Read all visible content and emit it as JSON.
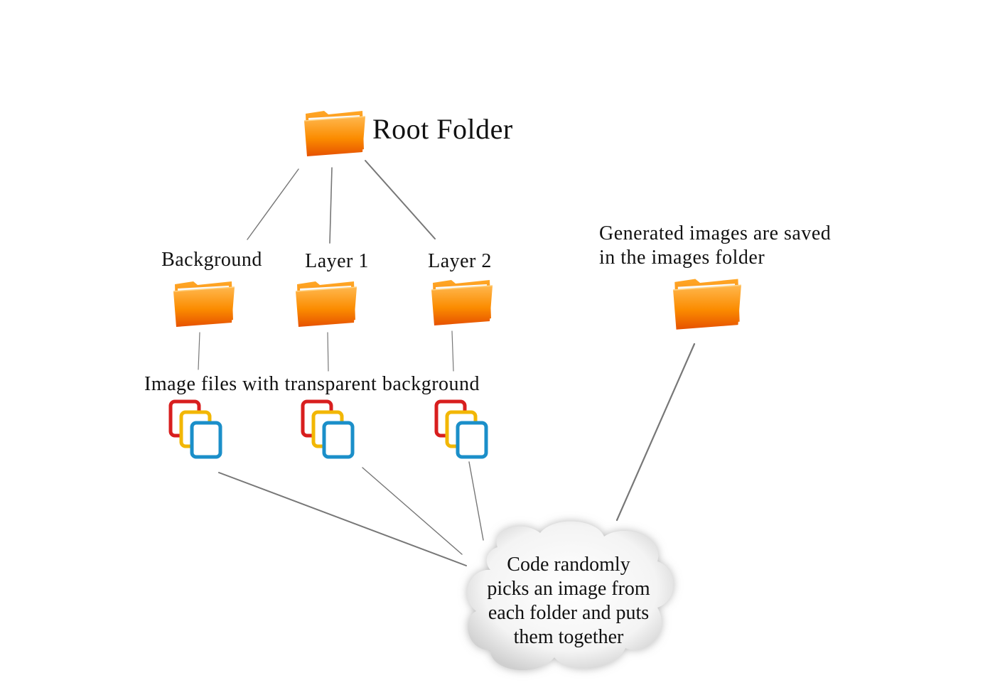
{
  "root": {
    "title": "Root Folder"
  },
  "folders": [
    {
      "label": "Background"
    },
    {
      "label": "Layer 1"
    },
    {
      "label": "Layer 2"
    }
  ],
  "files_caption": "Image files with transparent background",
  "output": {
    "caption_line1": "Generated images are saved",
    "caption_line2": "in the images folder"
  },
  "cloud": {
    "line1": "Code randomly",
    "line2": "picks an image from",
    "line3": "each folder and puts",
    "line4": "them together"
  },
  "colors": {
    "folder_orange": "#f57c00",
    "folder_light": "#ffb74d",
    "file_red": "#d81e1e",
    "file_yellow": "#f2b705",
    "file_blue": "#1b8fc9",
    "pencil": "#666666"
  },
  "icons": {
    "folder": "folder-icon",
    "file_stack": "file-stack-icon",
    "cloud": "cloud-shape"
  }
}
